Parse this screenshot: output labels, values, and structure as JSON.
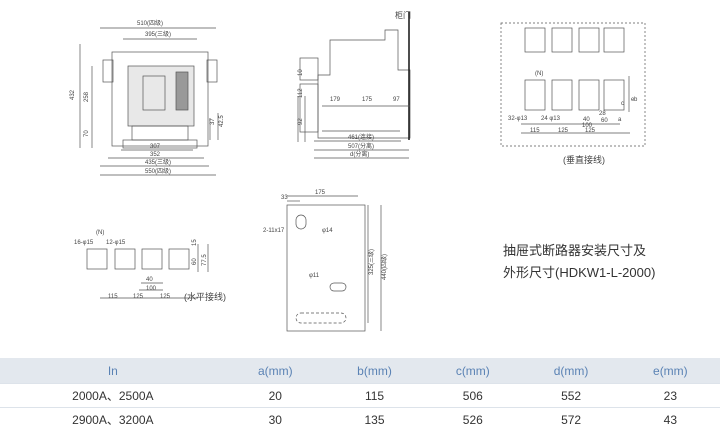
{
  "dims": {
    "w510": "510(四级)",
    "w395": "395(三级)",
    "h432": "432",
    "h258": "258",
    "h70": "70",
    "h37": "37",
    "h42_5": "42.5",
    "w307": "307",
    "w352": "352",
    "w435": "435(三级)",
    "w550": "550(四级)",
    "cabinet_door": "柜门",
    "h10": "10",
    "h112": "112",
    "h92": "92",
    "w179": "179",
    "w175a": "175",
    "w97": "97",
    "w461": "461(连接)",
    "w507": "507(分离)",
    "dsep": "d(分离)",
    "w175b": "175",
    "w33": "33",
    "hole_2x11": "2-11x17",
    "phi14": "φ14",
    "phi11": "φ11",
    "h325": "325(三级)",
    "h440": "440(四级)",
    "n_h": "(N)",
    "hole_16": "16-φ15",
    "hole_12": "12-φ15",
    "h15": "15",
    "h60": "60",
    "h77_5": "77.5",
    "w40": "40",
    "w100": "100",
    "w115": "115",
    "w125a": "125",
    "w125b": "125",
    "horizontal_wiring": "(水平接线)",
    "n_v": "(N)",
    "hole_32": "32-φ13",
    "hole_24": "24 φ13",
    "w28": "28",
    "w40v": "40",
    "w100v": "100",
    "w60": "60",
    "w115v": "115",
    "w125v1": "125",
    "w125v2": "125",
    "c_lbl": "c",
    "e_lbl": "e",
    "a_lbl": "a",
    "b_lbl": "b",
    "vertical_wiring": "(垂直接线)"
  },
  "title_lines": [
    "抽屉式断路器安装尺寸及",
    "外形尺寸(HDKW1-L-2000)"
  ],
  "table": {
    "headers": [
      "In",
      "a(mm)",
      "b(mm)",
      "c(mm)",
      "d(mm)",
      "e(mm)"
    ],
    "rows": [
      [
        "2000A、2500A",
        "20",
        "115",
        "506",
        "552",
        "23"
      ],
      [
        "2900A、3200A",
        "30",
        "135",
        "526",
        "572",
        "43"
      ]
    ]
  }
}
